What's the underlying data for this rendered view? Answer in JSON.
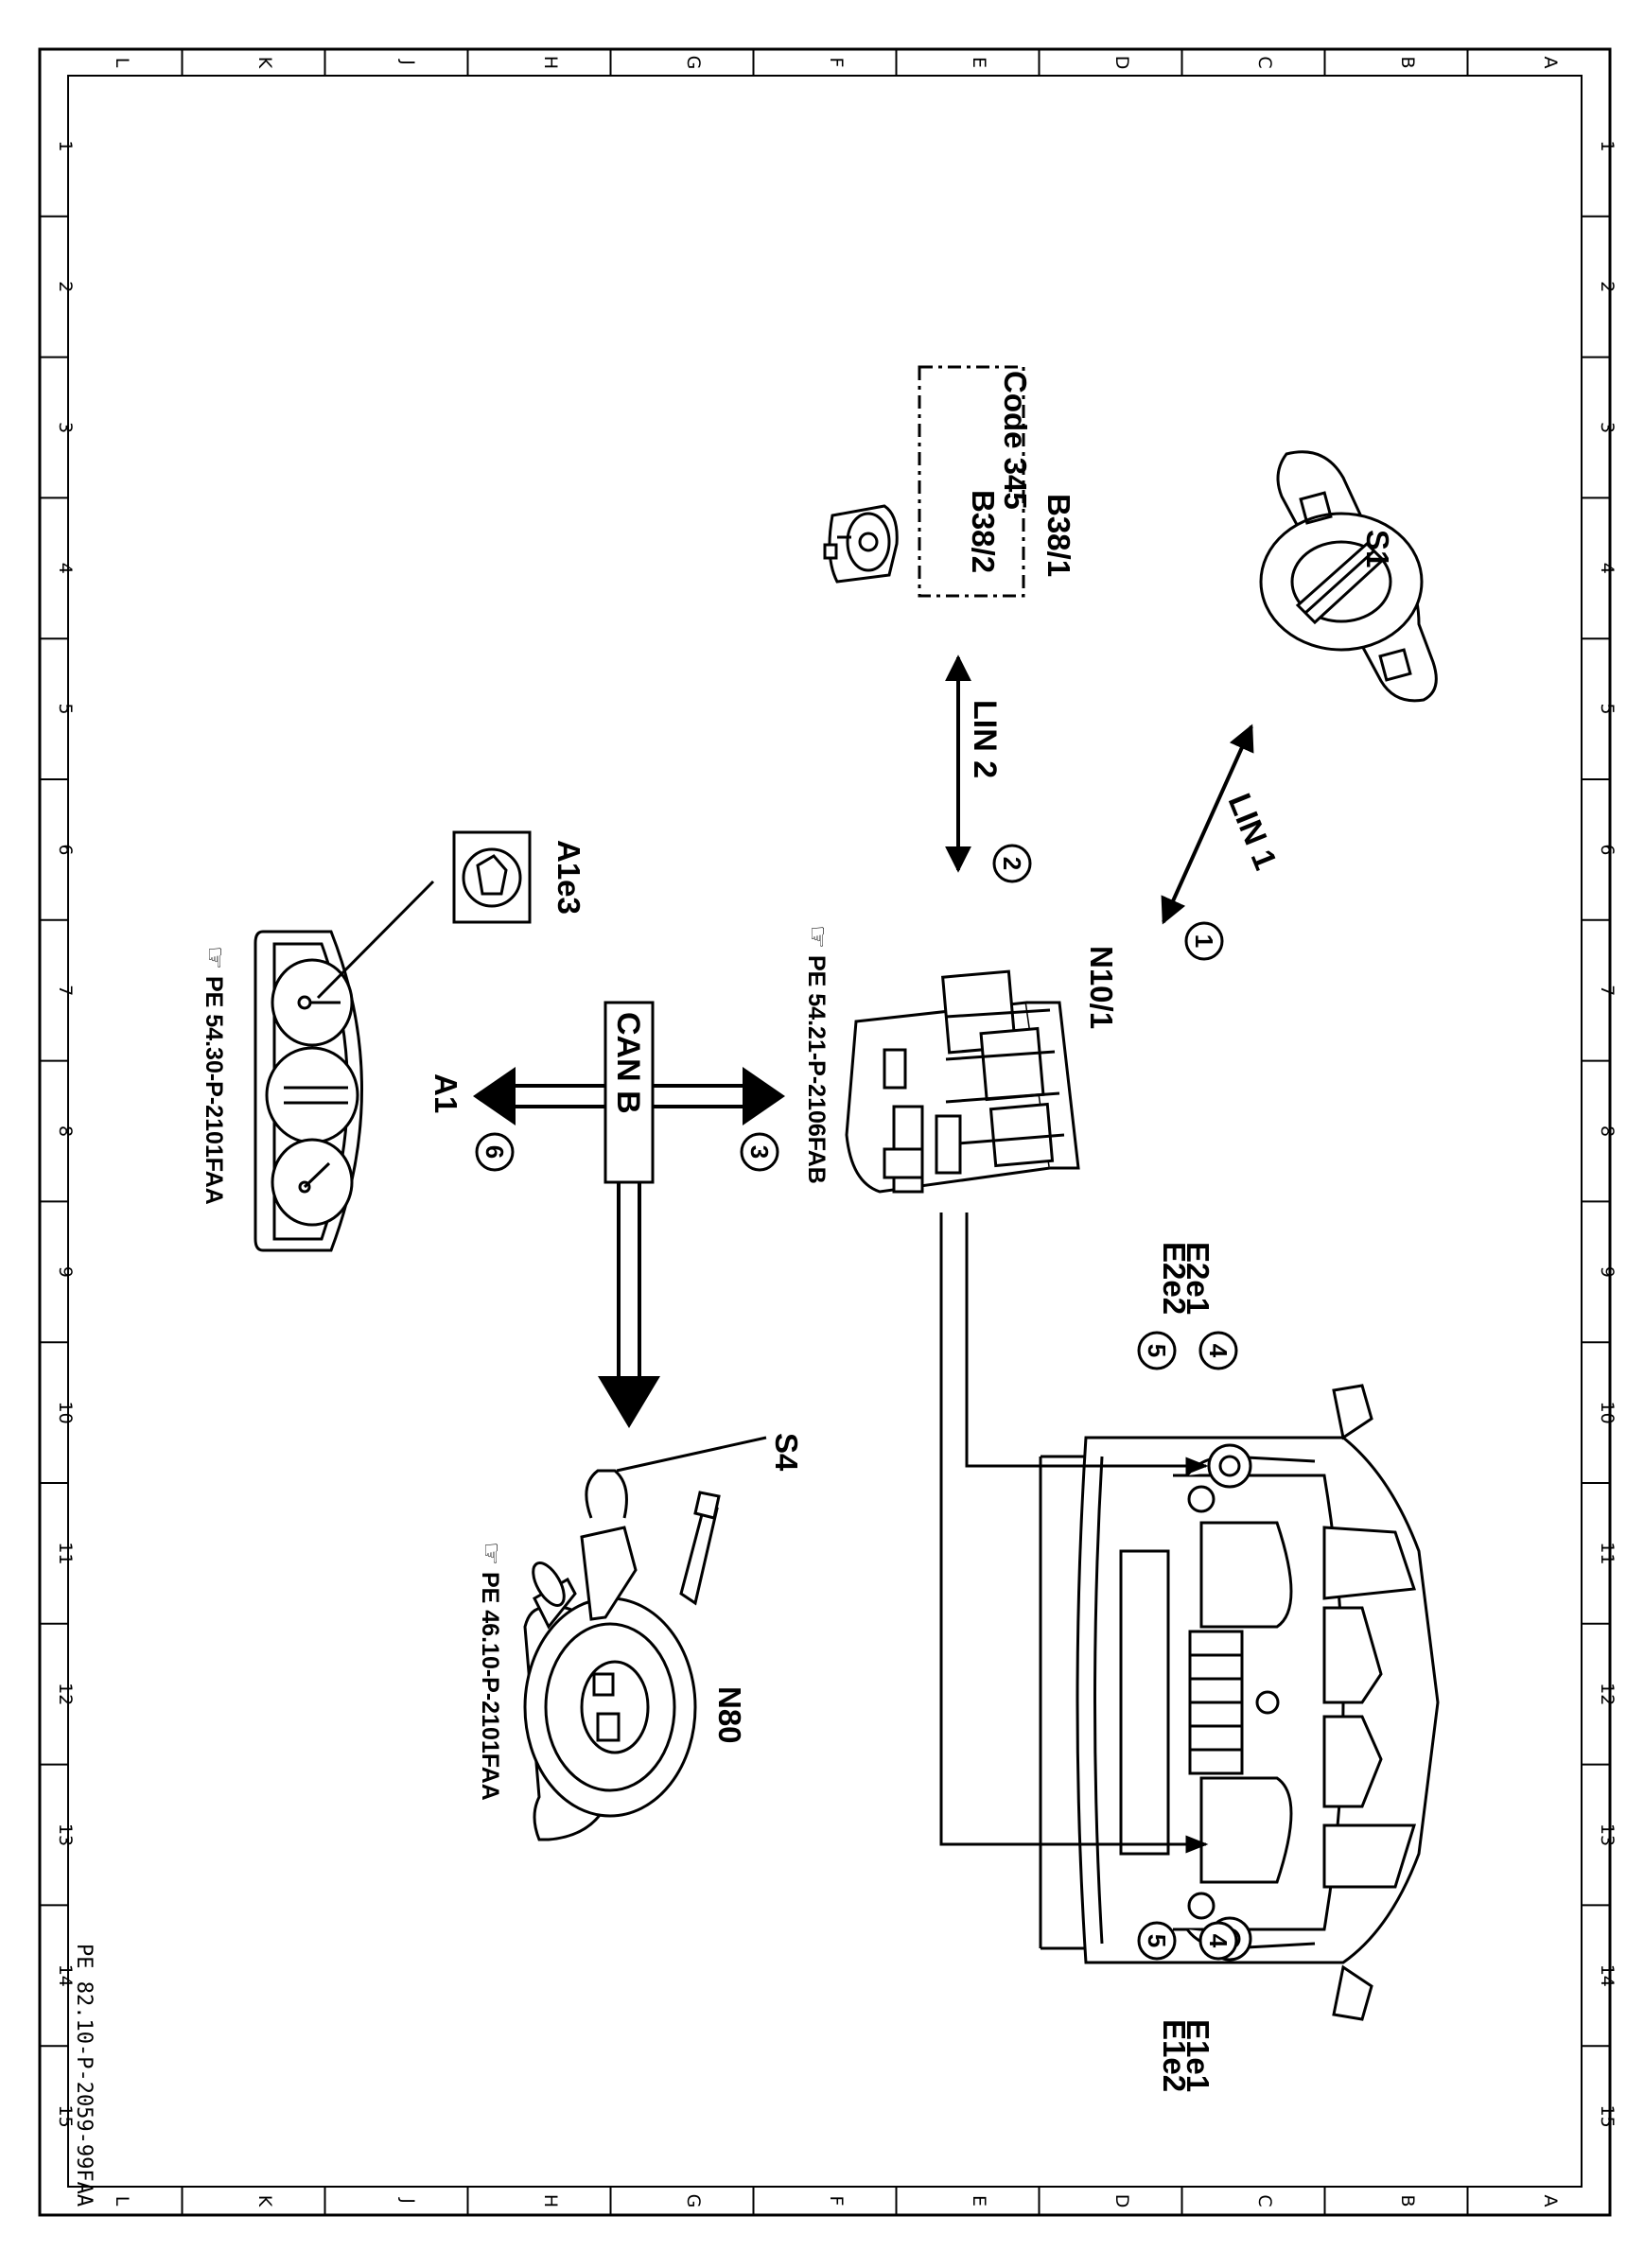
{
  "frame": {
    "col_letters": [
      "L",
      "K",
      "J",
      "H",
      "G",
      "F",
      "E",
      "D",
      "C",
      "B",
      "A"
    ],
    "row_numbers": [
      "1",
      "2",
      "3",
      "4",
      "5",
      "6",
      "7",
      "8",
      "9",
      "10",
      "11",
      "12",
      "13",
      "14",
      "15"
    ]
  },
  "components": {
    "s1": "S1",
    "b38_1": "B38/1",
    "b38_code": "Code 345",
    "b38_2": "B38/2",
    "n10_1": "N10/1",
    "a1e3": "A1e3",
    "a1": "A1",
    "s4": "S4",
    "n80": "N80",
    "e2e1": "E2e1",
    "e2e2": "E2e2",
    "e1e1": "E1e1",
    "e1e2": "E1e2"
  },
  "buses": {
    "lin1": "LIN 1",
    "lin2": "LIN 2",
    "canb": "CAN B"
  },
  "callouts": [
    "1",
    "2",
    "3",
    "4",
    "5",
    "6",
    "4",
    "5"
  ],
  "references": {
    "n10_ref": "PE 54.21-P-2106FAB",
    "a1_ref": "PE 54.30-P-2101FAA",
    "n80_ref": "PE 46.10-P-2101FAA"
  },
  "doc_code": "PE 82.10-P-2059-99FAA"
}
